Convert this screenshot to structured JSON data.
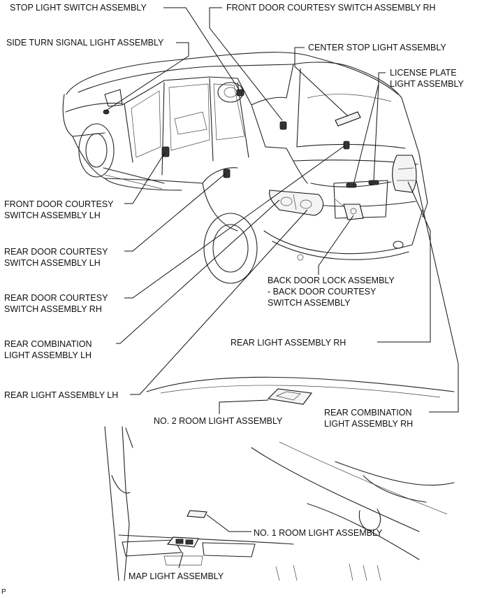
{
  "figure_code": "P",
  "labels": {
    "stop_light_switch": "STOP LIGHT SWITCH ASSEMBLY",
    "front_door_courtesy_rh": "FRONT DOOR COURTESY SWITCH ASSEMBLY RH",
    "side_turn_signal": "SIDE TURN SIGNAL LIGHT ASSEMBLY",
    "center_stop_light": "CENTER STOP LIGHT ASSEMBLY",
    "license_plate_1": "LICENSE PLATE",
    "license_plate_2": "LIGHT ASSEMBLY",
    "front_door_courtesy_lh_1": "FRONT DOOR COURTESY",
    "front_door_courtesy_lh_2": "SWITCH ASSEMBLY LH",
    "rear_door_courtesy_lh_1": "REAR DOOR COURTESY",
    "rear_door_courtesy_lh_2": "SWITCH ASSEMBLY LH",
    "rear_door_courtesy_rh_1": "REAR DOOR COURTESY",
    "rear_door_courtesy_rh_2": "SWITCH ASSEMBLY RH",
    "back_door_lock_1": "BACK DOOR LOCK ASSEMBLY",
    "back_door_lock_2": "- BACK DOOR COURTESY",
    "back_door_lock_3": "SWITCH ASSEMBLY",
    "rear_combination_lh_1": "REAR COMBINATION",
    "rear_combination_lh_2": "LIGHT ASSEMBLY LH",
    "rear_light_rh": "REAR LIGHT ASSEMBLY RH",
    "rear_light_lh": "REAR LIGHT ASSEMBLY LH",
    "rear_combination_rh_1": "REAR COMBINATION",
    "rear_combination_rh_2": "LIGHT ASSEMBLY RH",
    "no2_room_light": "NO. 2 ROOM LIGHT ASSEMBLY",
    "no1_room_light": "NO. 1 ROOM LIGHT ASSEMBLY",
    "map_light": "MAP LIGHT ASSEMBLY"
  }
}
